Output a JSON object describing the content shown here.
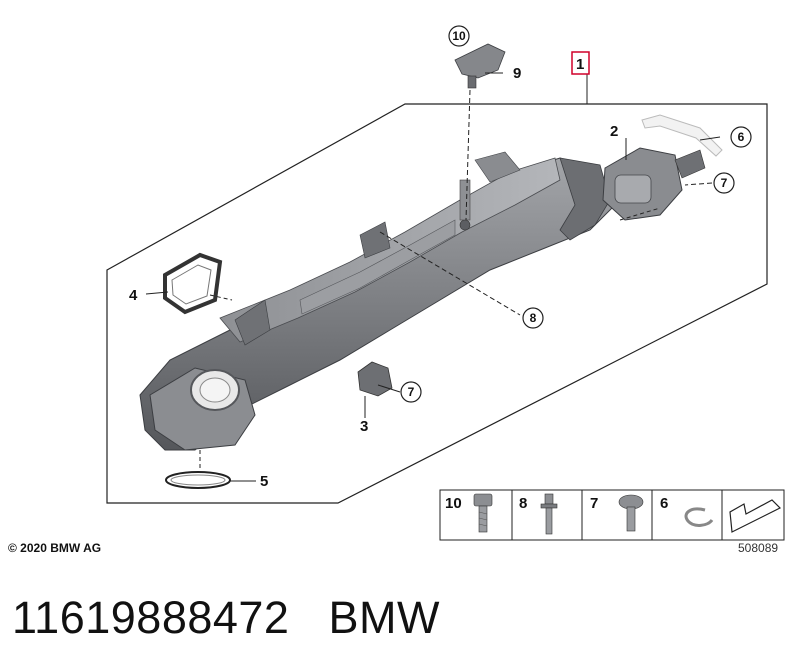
{
  "callouts": {
    "c1": "1",
    "c2": "2",
    "c3": "3",
    "c4": "4",
    "c5": "5",
    "c6": "6",
    "c7a": "7",
    "c7b": "7",
    "c8": "8",
    "c9": "9",
    "c10": "10"
  },
  "hardware_legend": {
    "h10": "10",
    "h8": "8",
    "h7": "7",
    "h6": "6"
  },
  "copyright": "© 2020 BMW AG",
  "drawing_id": "508089",
  "part_number": "11619888472",
  "brand": "BMW",
  "colors": {
    "highlight": "#d0002a",
    "part_grey": "#7a7c80",
    "line": "#222222"
  }
}
